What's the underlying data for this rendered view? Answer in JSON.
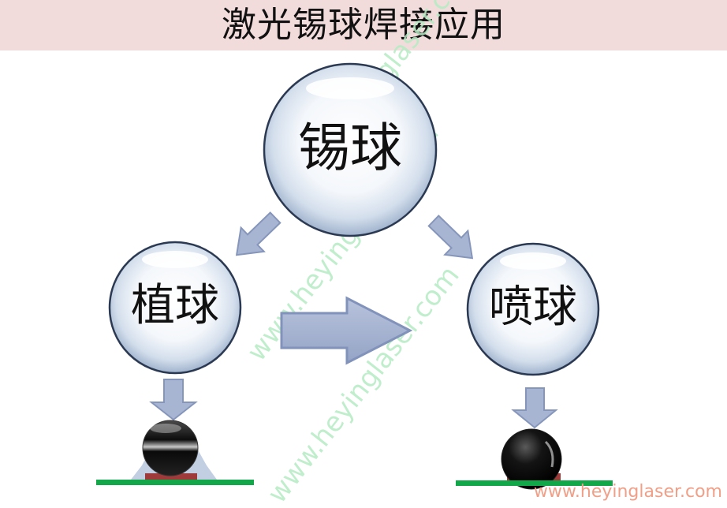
{
  "title": "激光锡球焊接应用",
  "nodes": {
    "top": {
      "label": "锡球"
    },
    "left": {
      "label": "植球"
    },
    "right": {
      "label": "喷球"
    }
  },
  "watermark": "www.heyinglaser.com",
  "footer_url": "www.heyinglaser.com",
  "colors": {
    "title_bar": "#f2dcdb",
    "arrow_fill": "#a7b4d2",
    "arrow_stroke": "#8696bb",
    "bubble_edge": "#2b3a52",
    "pcb_green": "#12a84a",
    "pad_red": "#9e3a3a",
    "watermark": "#b6ecc4",
    "footer": "#f0a088"
  }
}
